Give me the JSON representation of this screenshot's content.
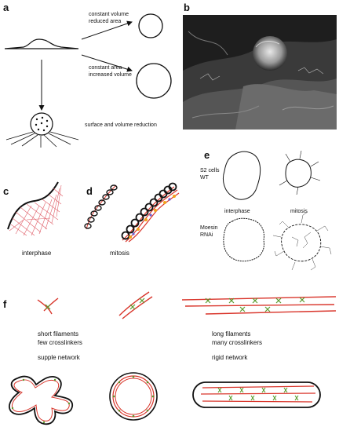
{
  "panels": {
    "a": "a",
    "b": "b",
    "c": "c",
    "d": "d",
    "e": "e",
    "f": "f"
  },
  "panel_a": {
    "label_top_line1": "constant volume",
    "label_top_line2": "reduced area",
    "label_mid_line1": "constant area",
    "label_mid_line2": "increased volume",
    "label_bottom": "surface and volume reduction"
  },
  "panel_c": {
    "caption": "interphase"
  },
  "panel_d": {
    "caption": "mitosis"
  },
  "panel_e": {
    "row1_line1": "S2 cells",
    "row1_line2": "WT",
    "row2_line1": "Moesin",
    "row2_line2": "RNAi",
    "col1": "interphase",
    "col2": "mitosis"
  },
  "panel_f": {
    "left_line1": "short filaments",
    "left_line2": "few crosslinkers",
    "left_line3": "supple network",
    "right_line1": "long filaments",
    "right_line2": "many crosslinkers",
    "right_line3": "rigid network"
  },
  "colors": {
    "filament": "#d9352b",
    "crosslinker": "#5a9b2e",
    "motor": "#f2a31a",
    "membrane": "#111111",
    "mesh": "#e0606a",
    "photo_bg": "#1a1a1a"
  }
}
